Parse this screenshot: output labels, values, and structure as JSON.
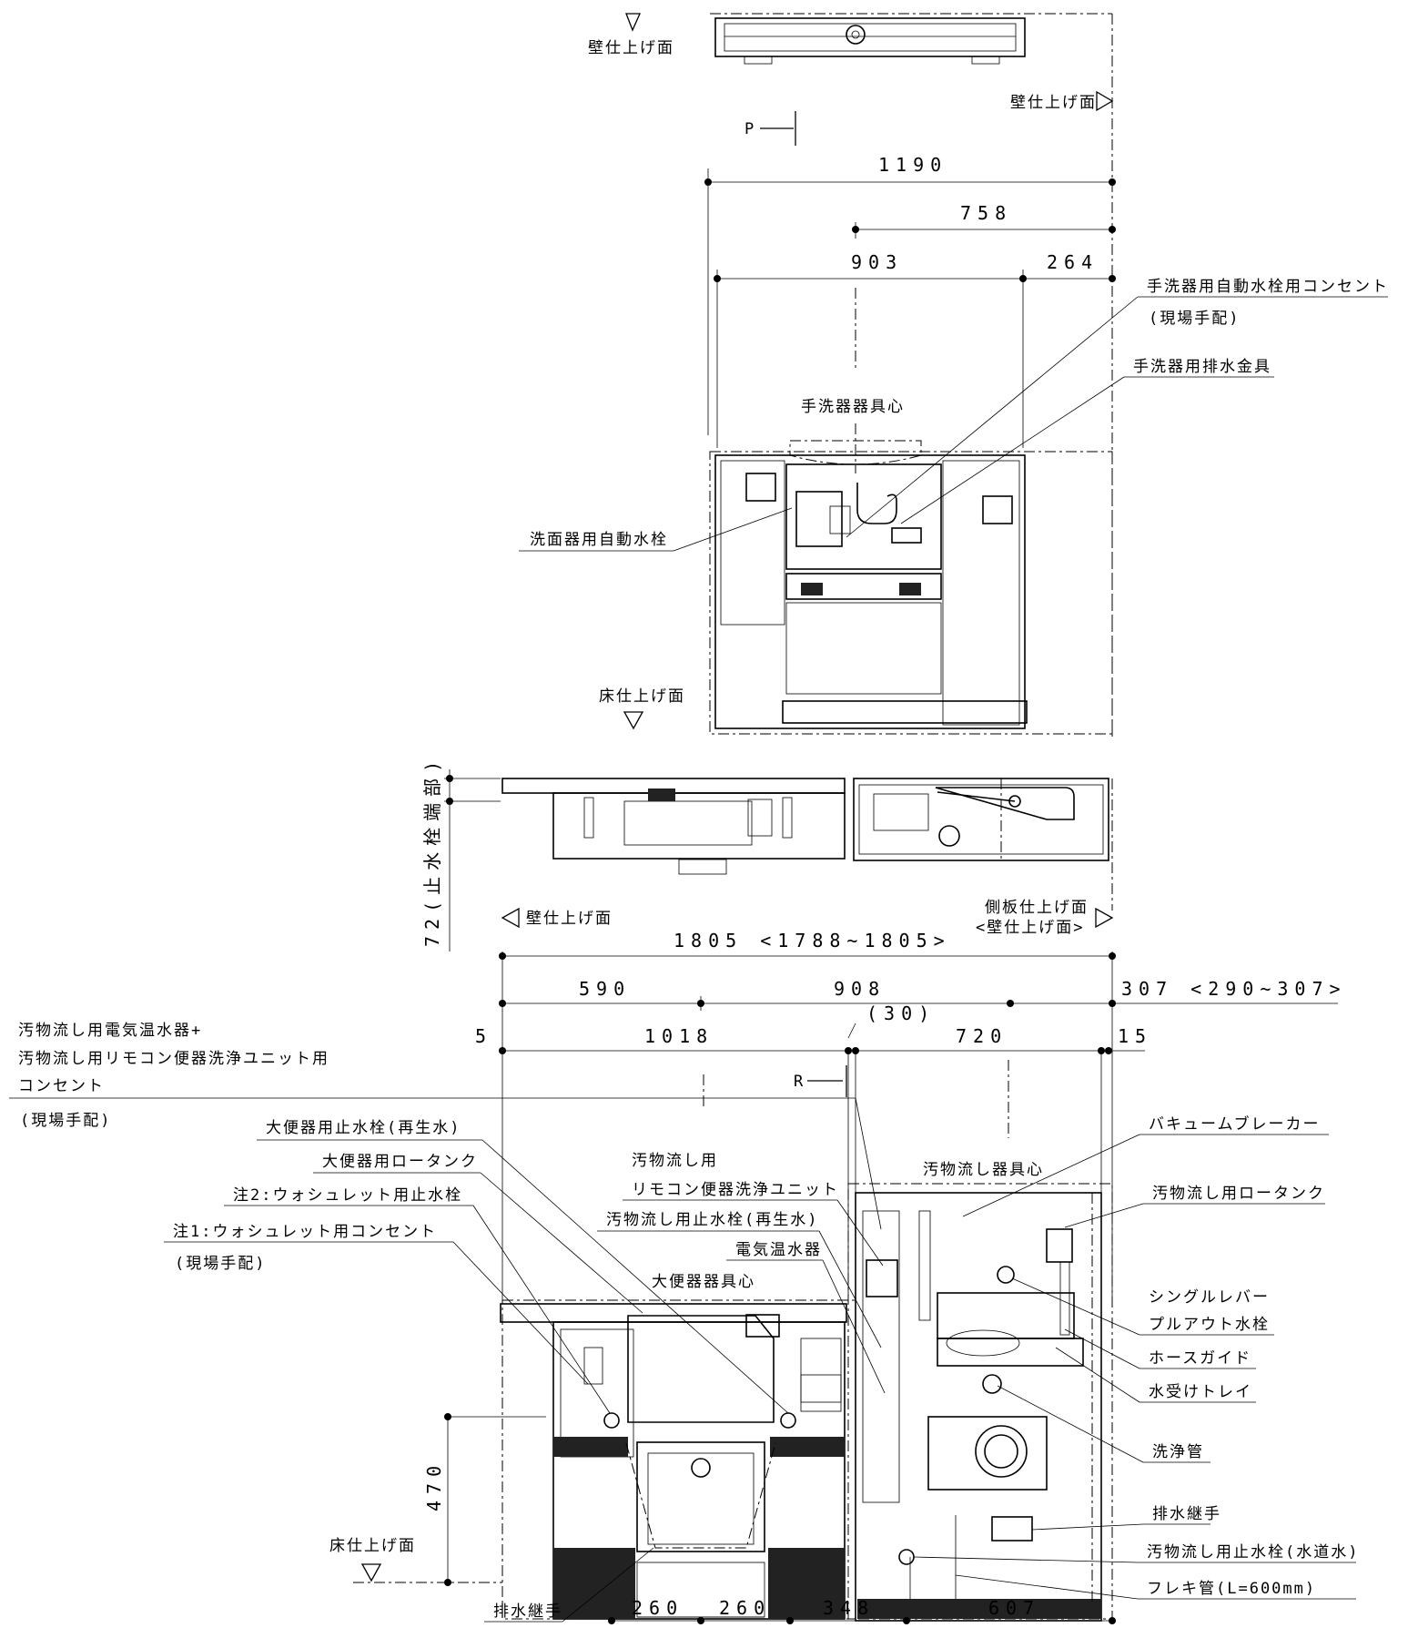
{
  "plan_top": {
    "wall_finish_left": "壁仕上げ面",
    "wall_finish_right": "壁仕上げ面",
    "section_mark": "P"
  },
  "elevation_upper": {
    "dims": {
      "total": "1190",
      "d758": "758",
      "d903": "903",
      "d264": "264"
    },
    "basin_center": "手洗器器具心",
    "floor_finish": "床仕上げ面",
    "callouts": {
      "outlet_line1": "手洗器用自動水栓用コンセント",
      "outlet_line2": "(現場手配)",
      "drain_fitting": "手洗器用排水金具",
      "auto_faucet": "洗面器用自動水栓"
    }
  },
  "plan_lower": {
    "stop_valve_dim": "72(止水栓端部)",
    "wall_finish": "壁仕上げ面",
    "side_panel_line1": "側板仕上げ面",
    "side_panel_line2": "<壁仕上げ面>",
    "dims": {
      "total": "1805 <1788~1805>",
      "d590": "590",
      "d908": "908",
      "d307": "307 <290~307>",
      "d5": "5",
      "d1018": "1018",
      "d30": "(30)",
      "d720": "720",
      "d15": "15"
    }
  },
  "elevation_lower": {
    "section_mark": "R",
    "left_callouts": {
      "heater_line1": "汚物流し用電気温水器+",
      "heater_line2": "汚物流し用リモコン便器洗浄ユニット用",
      "heater_line3": "コンセント",
      "heater_line4": "(現場手配)",
      "wc_stop_valve": "大便器用止水栓(再生水)",
      "wc_low_tank": "大便器用ロータンク",
      "note2": "注2:ウォシュレット用止水栓",
      "note1_line1": "注1:ウォシュレット用コンセント",
      "note1_line2": "(現場手配)"
    },
    "center_labels": {
      "remote_line1": "汚物流し用",
      "remote_line2": "リモコン便器洗浄ユニット",
      "sink_stop_valve": "汚物流し用止水栓(再生水)",
      "water_heater": "電気温水器",
      "wc_center": "大便器器具心",
      "sink_center": "汚物流し器具心"
    },
    "right_callouts": {
      "vacuum_breaker": "バキュームブレーカー",
      "sink_low_tank": "汚物流し用ロータンク",
      "pullout_line1": "シングルレバー",
      "pullout_line2": "プルアウト水栓",
      "hose_guide": "ホースガイド",
      "drip_tray": "水受けトレイ",
      "flush_pipe": "洗浄管",
      "drain_joint": "排水継手",
      "sink_stop_valve_tap": "汚物流し用止水栓(水道水)",
      "flex_pipe": "フレキ管(L=600mm)"
    },
    "floor_finish": "床仕上げ面",
    "drain_joint_left": "排水継手",
    "dims": {
      "h470": "470",
      "b260a": "260",
      "b260b": "260",
      "b348": "348",
      "b607": "607"
    }
  }
}
